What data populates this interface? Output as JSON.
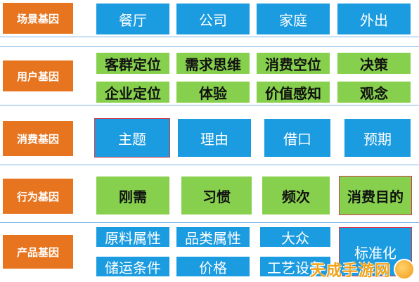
{
  "rows": [
    {
      "label": "场景基因",
      "items": [
        "餐厅",
        "公司",
        "家庭",
        "外出"
      ]
    },
    {
      "label": "用户基因",
      "items": [
        "客群定位",
        "需求思维",
        "消费空位",
        "决策",
        "企业定位",
        "体验",
        "价值感知",
        "观念"
      ]
    },
    {
      "label": "消费基因",
      "items": [
        "主题",
        "理由",
        "借口",
        "预期"
      ]
    },
    {
      "label": "行为基因",
      "items": [
        "刚需",
        "习惯",
        "频次",
        "消费目的"
      ]
    },
    {
      "label": "产品基因",
      "items": [
        "原料属性",
        "品类属性",
        "大众",
        "标准化",
        "储运条件",
        "价格",
        "工艺设备"
      ]
    }
  ],
  "watermark": {
    "text": "天成手游网",
    "logo_icon": "game-controller-logo-icon"
  },
  "colors": {
    "label_bg": "#e7751f",
    "blue": "#1b9be0",
    "green": "#86d04d",
    "red_border": "#d23b4f",
    "line": "#7fb6e6"
  }
}
